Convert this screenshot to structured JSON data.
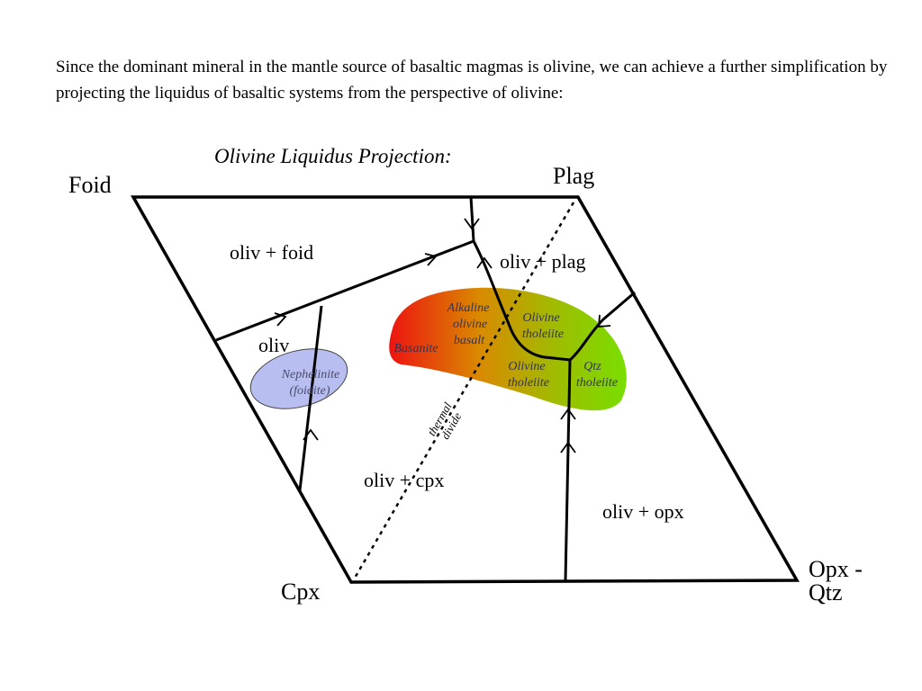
{
  "intro": {
    "text": "Since the dominant mineral in the mantle source of basaltic magmas is olivine, we can achieve a further simplification by projecting the liquidus of basaltic systems from the perspective of olivine:"
  },
  "diagram": {
    "title": "Olivine Liquidus Projection:",
    "vertices": {
      "foid": "Foid",
      "plag": "Plag",
      "cpx": "Cpx",
      "opx_qtz_line1": "Opx -",
      "opx_qtz_line2": "Qtz"
    },
    "fields": {
      "oliv_foid": "oliv + foid",
      "oliv_plag": "oliv + plag",
      "oliv": "oliv",
      "oliv_cpx": "oliv + cpx",
      "oliv_opx": "oliv + opx"
    },
    "nephelinite": {
      "line1": "Nephelinite",
      "line2": "(foidite)",
      "color": "#b8bff0"
    },
    "basalt_region": {
      "basanite": "Basanite",
      "alkaline_line1": "Alkaline",
      "alkaline_line2": "olivine",
      "alkaline_line3": "basalt",
      "ol_thol_upper_line1": "Olivine",
      "ol_thol_upper_line2": "tholeiite",
      "ol_thol_lower_line1": "Olivine",
      "ol_thol_lower_line2": "tholeiite",
      "qtz_thol_line1": "Qtz",
      "qtz_thol_line2": "tholeiite",
      "gradient_colors": [
        "#ee1111",
        "#d98a00",
        "#9ebd00",
        "#77e000"
      ]
    },
    "thermal_divide": {
      "line1": "thermal",
      "line2": "divide"
    }
  }
}
